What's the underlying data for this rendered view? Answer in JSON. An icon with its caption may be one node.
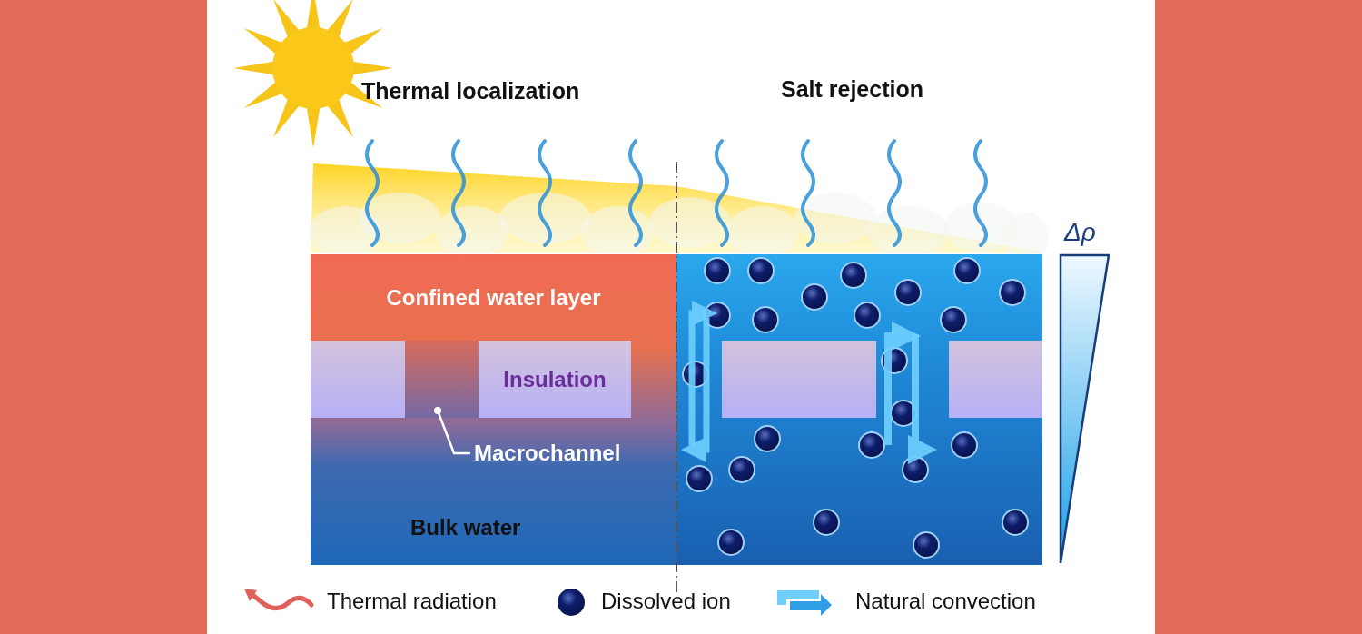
{
  "diagram": {
    "nodes": [
      {
        "text": [
          "Confined water layer"
        ]
      },
      {
        "text": [],
        "shape": "box"
      },
      {
        "text": [],
        "shape": "box"
      },
      {
        "text": [
          "Insulation"
        ]
      },
      {
        "text": [
          "Macrochannel"
        ]
      },
      {
        "text": [
          "Bulk water"
        ]
      },
      {
        "text": [],
        "shape": "box"
      },
      {
        "text": [],
        "shape": "box"
      }
    ],
    "edges": [
      {
        "from": 4,
        "to": 2,
        "arrow": "other"
      }
    ],
    "labels": [
      "Thermal localization",
      "Salt rejection",
      "Δρ"
    ],
    "legend": [
      {
        "text": "Thermal radiation"
      },
      {
        "text": "Dissolved ion"
      },
      {
        "text": "Natural convection"
      }
    ]
  }
}
